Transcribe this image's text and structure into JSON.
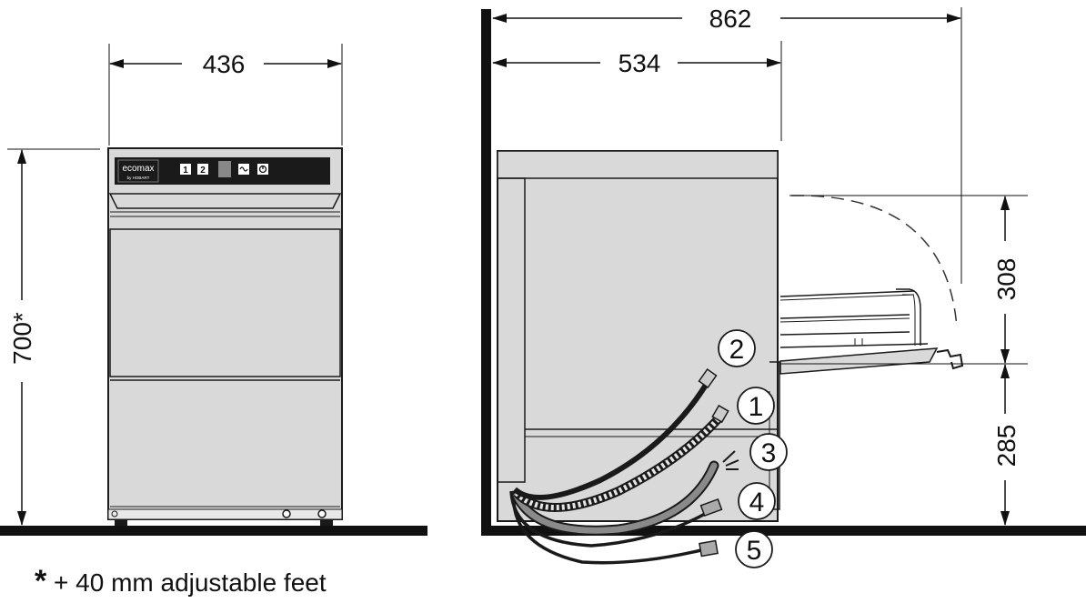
{
  "dimensions": {
    "front_width": "436",
    "front_height": "700*",
    "side_total_depth": "862",
    "side_body_depth": "534",
    "rack_height": "308",
    "door_height": "285"
  },
  "control_panel": {
    "brand": "ecomax",
    "brand_sub": "by HOBART",
    "button_1": "1",
    "button_2": "2"
  },
  "callouts": [
    "1",
    "2",
    "3",
    "4",
    "5"
  ],
  "footnote": {
    "star": "*",
    "text": "+ 40 mm adjustable feet"
  },
  "colors": {
    "machine_fill": "#d9d9d9",
    "panel_dark": "#1a1a1a",
    "outline": "#1a1a1a",
    "hose_gray": "#8a8a8a"
  }
}
